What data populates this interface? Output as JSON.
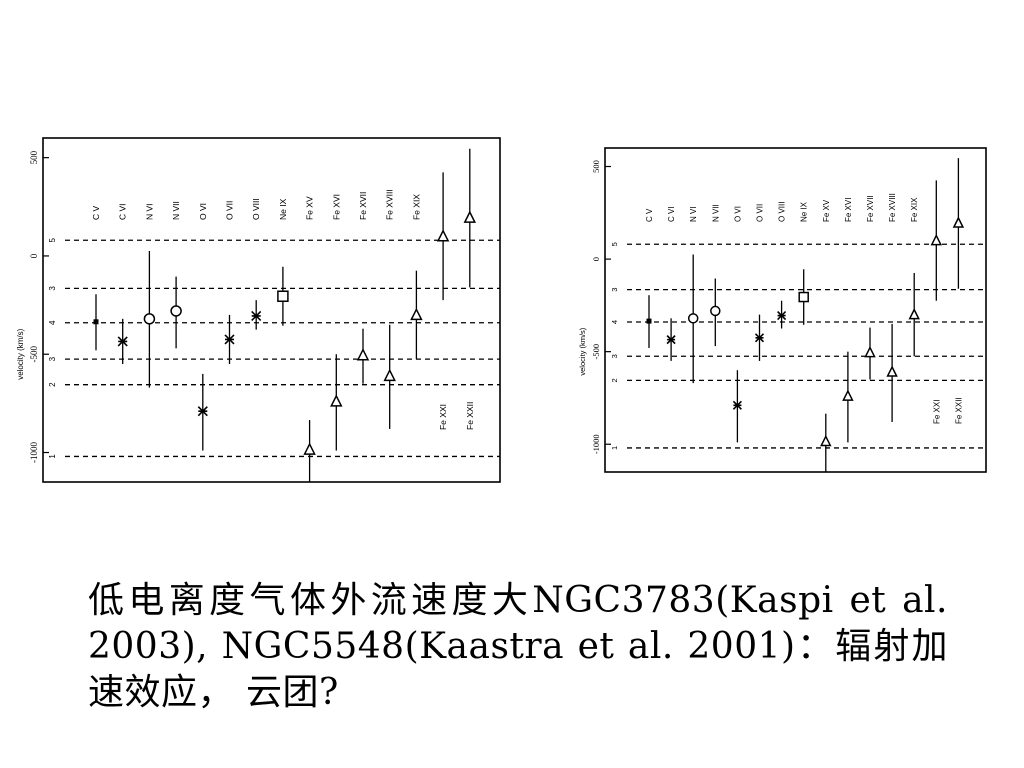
{
  "caption": "低电离度气体外流速度大NGC3783(Kaspi  et  al. 2003), NGC5548(Kaastra et al. 2001)：辐射加速效应， 云团?",
  "chart_data": [
    {
      "type": "scatter",
      "title": "",
      "xlabel": "",
      "ylabel": "velocity (km/s)",
      "ylim": [
        -1150,
        600
      ],
      "y_ticks": [
        500,
        0,
        -500,
        -1000
      ],
      "y_tick_labels": [
        "500",
        "0",
        "-500",
        "-1000"
      ],
      "grid": false,
      "region_lines": [
        {
          "label": "5",
          "y": 80
        },
        {
          "label": "3",
          "y": -165
        },
        {
          "label": "4",
          "y": -340
        },
        {
          "label": "3",
          "y": -525
        },
        {
          "label": "2",
          "y": -655
        },
        {
          "label": "1",
          "y": -1020
        }
      ],
      "lines": [
        "C V",
        "C VI",
        "N VI",
        "N VII",
        "O VI",
        "O VII",
        "O VIII",
        "Ne IX",
        "Fe XV",
        "Fe XVI",
        "Fe XVII",
        "Fe XVIII",
        "Fe XIX",
        "Fe XXI",
        "Fe XXII"
      ],
      "lines_lower": [
        "Fe XXI",
        "Fe XXII"
      ],
      "points": [
        {
          "line": "C V",
          "marker": "dot",
          "y": -335,
          "yerr_low": 145,
          "yerr_high": 140
        },
        {
          "line": "C VI",
          "marker": "star",
          "y": -435,
          "yerr_low": 115,
          "yerr_high": 115
        },
        {
          "line": "N VI",
          "marker": "circle",
          "y": -320,
          "yerr_low": 350,
          "yerr_high": 345
        },
        {
          "line": "N VII",
          "marker": "circle",
          "y": -280,
          "yerr_low": 190,
          "yerr_high": 175
        },
        {
          "line": "O VI",
          "marker": "star",
          "y": -790,
          "yerr_low": 200,
          "yerr_high": 190
        },
        {
          "line": "O VII",
          "marker": "star",
          "y": -425,
          "yerr_low": 125,
          "yerr_high": 125
        },
        {
          "line": "O VIII",
          "marker": "star",
          "y": -305,
          "yerr_low": 70,
          "yerr_high": 80
        },
        {
          "line": "Ne IX",
          "marker": "square",
          "y": -205,
          "yerr_low": 150,
          "yerr_high": 150
        },
        {
          "line": "Fe XV",
          "marker": "triangle",
          "y": -985,
          "yerr_low": 165,
          "yerr_high": 150
        },
        {
          "line": "Fe XVI",
          "marker": "triangle",
          "y": -740,
          "yerr_low": 250,
          "yerr_high": 240
        },
        {
          "line": "Fe XVII",
          "marker": "triangle",
          "y": -505,
          "yerr_low": 145,
          "yerr_high": 135
        },
        {
          "line": "Fe XVIII",
          "marker": "triangle",
          "y": -610,
          "yerr_low": 270,
          "yerr_high": 260
        },
        {
          "line": "Fe XIX",
          "marker": "triangle",
          "y": -300,
          "yerr_low": 225,
          "yerr_high": 225
        },
        {
          "line": "Fe XXI",
          "marker": "triangle",
          "y": 100,
          "yerr_low": 325,
          "yerr_high": 325
        },
        {
          "line": "Fe XXII",
          "marker": "triangle",
          "y": 195,
          "yerr_low": 355,
          "yerr_high": 350
        }
      ]
    },
    {
      "type": "scatter",
      "title": "",
      "xlabel": "",
      "ylabel": "velocity (km/s)",
      "ylim": [
        -1150,
        600
      ],
      "y_ticks": [
        500,
        0,
        -500,
        -1000
      ],
      "y_tick_labels": [
        "500",
        "0",
        "-500",
        "-1000"
      ],
      "grid": false,
      "region_lines": [
        {
          "label": "5",
          "y": 80
        },
        {
          "label": "3",
          "y": -165
        },
        {
          "label": "4",
          "y": -340
        },
        {
          "label": "3",
          "y": -525
        },
        {
          "label": "2",
          "y": -655
        },
        {
          "label": "1",
          "y": -1020
        }
      ],
      "lines": [
        "C V",
        "C VI",
        "N VI",
        "N VII",
        "O VI",
        "O VII",
        "O VIII",
        "Ne IX",
        "Fe XV",
        "Fe XVI",
        "Fe XVII",
        "Fe XVIII",
        "Fe XIX",
        "Fe XXI",
        "Fe XXII"
      ],
      "lines_lower": [
        "Fe XXI",
        "Fe XXII"
      ],
      "points": [
        {
          "line": "C V",
          "marker": "dot",
          "y": -335,
          "yerr_low": 145,
          "yerr_high": 140
        },
        {
          "line": "C VI",
          "marker": "star",
          "y": -435,
          "yerr_low": 115,
          "yerr_high": 115
        },
        {
          "line": "N VI",
          "marker": "circle",
          "y": -320,
          "yerr_low": 350,
          "yerr_high": 345
        },
        {
          "line": "N VII",
          "marker": "circle",
          "y": -280,
          "yerr_low": 190,
          "yerr_high": 175
        },
        {
          "line": "O VI",
          "marker": "star",
          "y": -790,
          "yerr_low": 200,
          "yerr_high": 190
        },
        {
          "line": "O VII",
          "marker": "star",
          "y": -425,
          "yerr_low": 125,
          "yerr_high": 125
        },
        {
          "line": "O VIII",
          "marker": "star",
          "y": -305,
          "yerr_low": 70,
          "yerr_high": 80
        },
        {
          "line": "Ne IX",
          "marker": "square",
          "y": -205,
          "yerr_low": 150,
          "yerr_high": 150
        },
        {
          "line": "Fe XV",
          "marker": "triangle",
          "y": -985,
          "yerr_low": 165,
          "yerr_high": 150
        },
        {
          "line": "Fe XVI",
          "marker": "triangle",
          "y": -740,
          "yerr_low": 250,
          "yerr_high": 240
        },
        {
          "line": "Fe XVII",
          "marker": "triangle",
          "y": -505,
          "yerr_low": 145,
          "yerr_high": 135
        },
        {
          "line": "Fe XVIII",
          "marker": "triangle",
          "y": -610,
          "yerr_low": 270,
          "yerr_high": 260
        },
        {
          "line": "Fe XIX",
          "marker": "triangle",
          "y": -300,
          "yerr_low": 225,
          "yerr_high": 225
        },
        {
          "line": "Fe XXI",
          "marker": "triangle",
          "y": 100,
          "yerr_low": 325,
          "yerr_high": 325
        },
        {
          "line": "Fe XXII",
          "marker": "triangle",
          "y": 195,
          "yerr_low": 355,
          "yerr_high": 350
        }
      ]
    }
  ]
}
